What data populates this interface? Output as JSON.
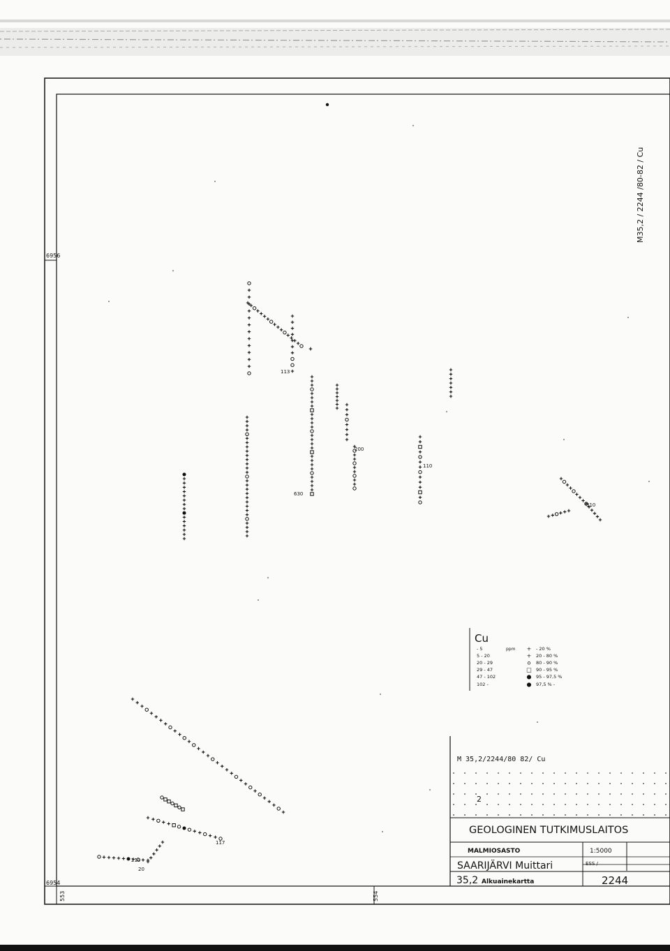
{
  "sheet": {
    "side_code": "M35,2 / 2244 /80-82 / Cu",
    "grid_labels": {
      "north_upper": "6956",
      "north_lower": "6954",
      "east_left": "553",
      "east_right": "554"
    }
  },
  "legend": {
    "element": "Cu",
    "rows": [
      {
        "range": "- 5",
        "unit": "ppm",
        "symbol": "+",
        "percent": "- 20 %"
      },
      {
        "range": "5 - 20",
        "unit": "",
        "symbol": "+",
        "percent": "20 - 80 %"
      },
      {
        "range": "20 - 29",
        "unit": "",
        "symbol": "o",
        "percent": "80 - 90 %"
      },
      {
        "range": "29 - 47",
        "unit": "",
        "symbol": "□",
        "percent": "90 - 95 %"
      },
      {
        "range": "47 - 102",
        "unit": "",
        "symbol": "●",
        "percent": "95 - 97,5 %"
      },
      {
        "range": "102 -",
        "unit": "",
        "symbol": "●",
        "percent": "97,5 % -"
      }
    ]
  },
  "sample_labels": {
    "l113": "113",
    "l630": "630",
    "l110": "110",
    "l310": "310",
    "l200": "200",
    "l210": "210",
    "l20": "20",
    "l117": "117"
  },
  "title_block": {
    "map_code": "M 35,2/2244/80 82/ Cu",
    "number": "2",
    "institute": "GEOLOGINEN TUTKIMUSLAITOS",
    "department": "MALMIOSASTO",
    "scale": "1:5000",
    "location": "SAARIJÄRVI Muittari",
    "sheet_line": "35,2",
    "map_type": "Alkuainekartta",
    "short_code": "ESS /",
    "sheet_number": "2244"
  }
}
